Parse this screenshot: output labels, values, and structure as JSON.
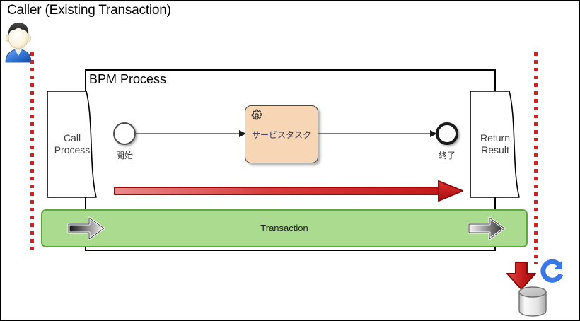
{
  "diagram": {
    "title": "Caller (Existing Transaction)",
    "type": "bpmn-transaction-diagram"
  },
  "actor": {
    "name": "caller-actor",
    "icon": "person-icon"
  },
  "lifelines": [
    {
      "name": "caller-lifeline",
      "color": "#e01b1b",
      "style": "dotted"
    },
    {
      "name": "return-lifeline",
      "color": "#e01b1b",
      "style": "dotted"
    }
  ],
  "process": {
    "label": "BPM Process",
    "border_color": "#000000"
  },
  "call_process": {
    "label": "Call\nProcess"
  },
  "return_result": {
    "label": "Return\nResult"
  },
  "events": {
    "start": {
      "label": "開始",
      "type": "start-event"
    },
    "end": {
      "label": "終了",
      "type": "end-event"
    }
  },
  "service_task": {
    "label": "サービスタスク",
    "icon": "gear-icon",
    "fill": "#f7d6b6",
    "border": "#4a4a4a"
  },
  "transaction": {
    "label": "Transaction",
    "fill": "#aadb8e",
    "border": "#5ca83c",
    "arrow_left": "gradient-arrow-right-icon",
    "arrow_right": "gradient-arrow-right-icon"
  },
  "scope_arrow": {
    "name": "red-scope-arrow",
    "color": "#cc1111",
    "direction": "right"
  },
  "commit": {
    "arrow_icon": "red-down-arrow-icon",
    "refresh_icon": "blue-commit-refresh-icon",
    "database_icon": "database-cylinder-icon",
    "arrow_color": "#c41a1a",
    "refresh_color": "#3b78e7"
  },
  "flows": [
    {
      "name": "flow-start-to-task",
      "from": "start",
      "to": "service_task"
    },
    {
      "name": "flow-task-to-end",
      "from": "service_task",
      "to": "end"
    }
  ]
}
